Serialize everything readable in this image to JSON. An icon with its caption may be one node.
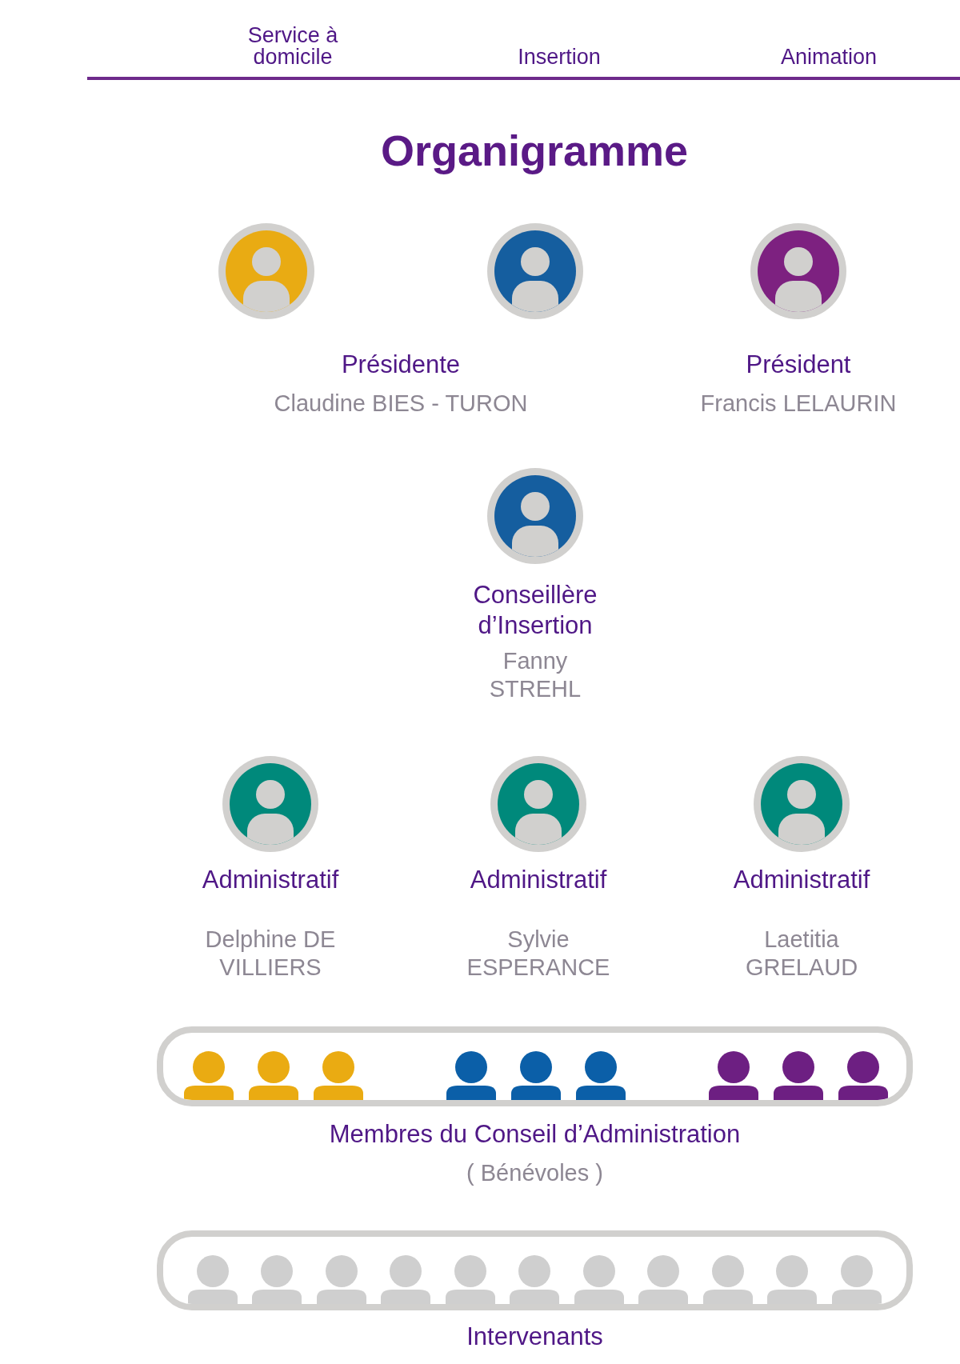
{
  "diagram": {
    "title": "Organigramme",
    "nodes": [
      {
        "text": [
          "Présidente",
          "Claudine BIES - TURON"
        ]
      },
      {
        "text": [
          "Président",
          "Francis LELAURIN"
        ]
      },
      {
        "text": [
          "Conseillère d’Insertion",
          "Fanny STREHL"
        ]
      },
      {
        "text": [
          "Administratif",
          "Delphine DE VILLIERS"
        ]
      },
      {
        "text": [
          "Administratif",
          "Sylvie ESPERANCE"
        ]
      },
      {
        "text": [
          "Administratif",
          "Laetitia GRELAUD"
        ]
      },
      {
        "text": [
          "Membres du Conseil d’Administration",
          "( Bénévoles )"
        ]
      },
      {
        "text": [
          "Intervenants"
        ]
      }
    ],
    "labels": [
      "Service à domicile",
      "Insertion",
      "Animation"
    ]
  }
}
